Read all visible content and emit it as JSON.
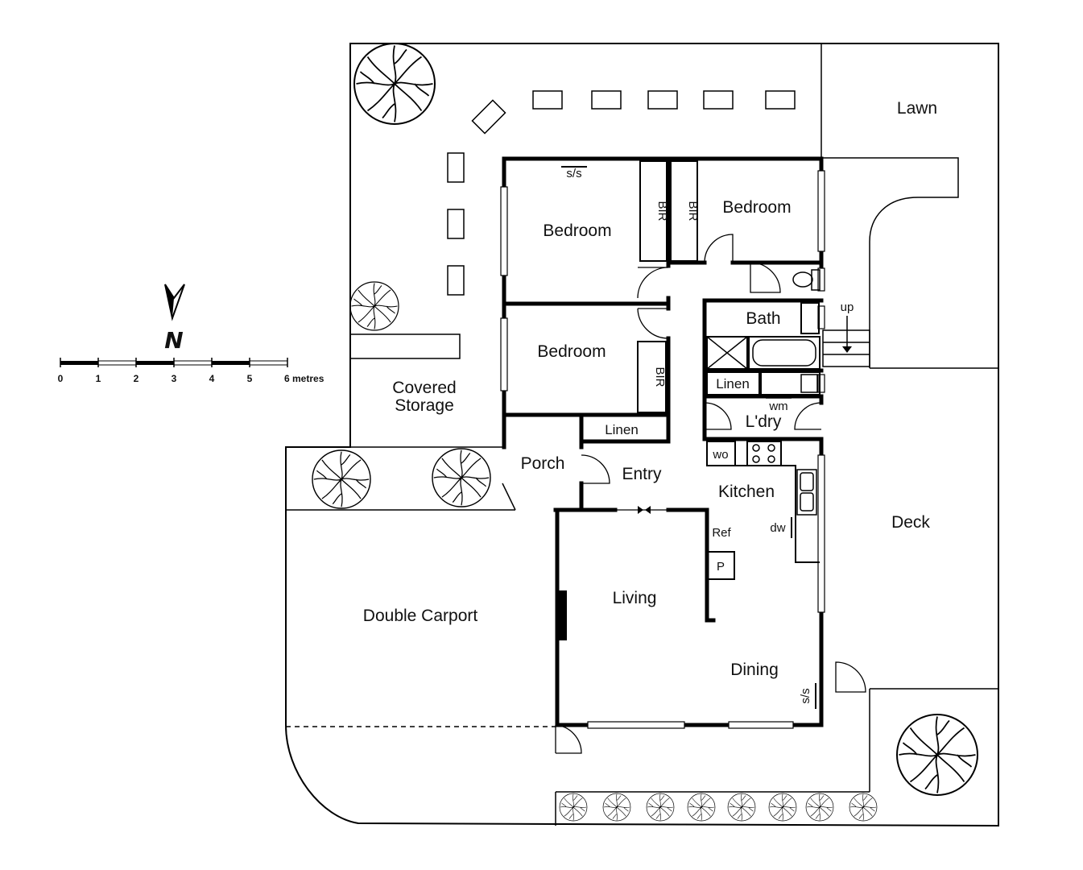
{
  "rooms": {
    "lawn": "Lawn",
    "bedroom_1": "Bedroom",
    "bedroom_2": "Bedroom",
    "bedroom_3": "Bedroom",
    "bath": "Bath",
    "linen_1": "Linen",
    "linen_2": "Linen",
    "laundry": "L'dry",
    "covered_storage_line1": "Covered",
    "covered_storage_line2": "Storage",
    "porch": "Porch",
    "entry": "Entry",
    "kitchen": "Kitchen",
    "deck": "Deck",
    "living": "Living",
    "dining": "Dining",
    "double_carport": "Double Carport"
  },
  "fixtures": {
    "bir_1": "BIR",
    "bir_2": "BIR",
    "bir_3": "BIR",
    "ss_1": "s/s",
    "ss_2": "s/s",
    "wm": "wm",
    "wo": "wo",
    "ref": "Ref",
    "dw": "dw",
    "pantry": "P",
    "up": "up"
  },
  "north": {
    "label": "N"
  },
  "scale": {
    "ticks": [
      "0",
      "1",
      "2",
      "3",
      "4",
      "5",
      "6 metres"
    ]
  }
}
